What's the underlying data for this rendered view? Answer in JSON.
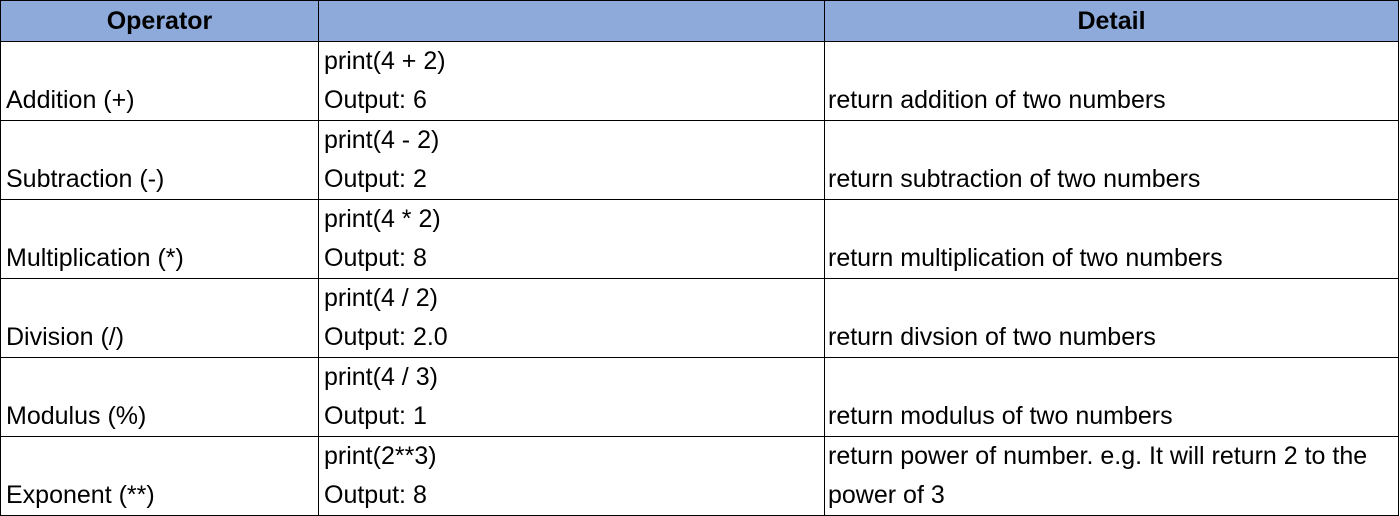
{
  "table": {
    "headers": [
      "Operator",
      "",
      "Detail"
    ],
    "rows": [
      {
        "operator": "Addition (+)",
        "code": "print(4 + 2)",
        "output": "Output: 6",
        "detail": "return addition of two numbers"
      },
      {
        "operator": "Subtraction (-)",
        "code": "print(4 - 2)",
        "output": "Output: 2",
        "detail": "return subtraction of two numbers"
      },
      {
        "operator": "Multiplication (*)",
        "code": "print(4 * 2)",
        "output": "Output: 8",
        "detail": "return multiplication of two numbers"
      },
      {
        "operator": "Division (/)",
        "code": "print(4 / 2)",
        "output": "Output: 2.0",
        "detail": "return divsion of two numbers"
      },
      {
        "operator": "Modulus (%)",
        "code": "print(4 / 3)",
        "output": "Output: 1",
        "detail": "return modulus of two numbers"
      },
      {
        "operator": "Exponent (**)",
        "code": "print(2**3)",
        "output": "Output: 8",
        "detail": "return power of number. e.g. It will return 2 to the power of 3"
      }
    ]
  },
  "colors": {
    "header_fill": "#8eaadb",
    "grid_line": "#000000"
  }
}
